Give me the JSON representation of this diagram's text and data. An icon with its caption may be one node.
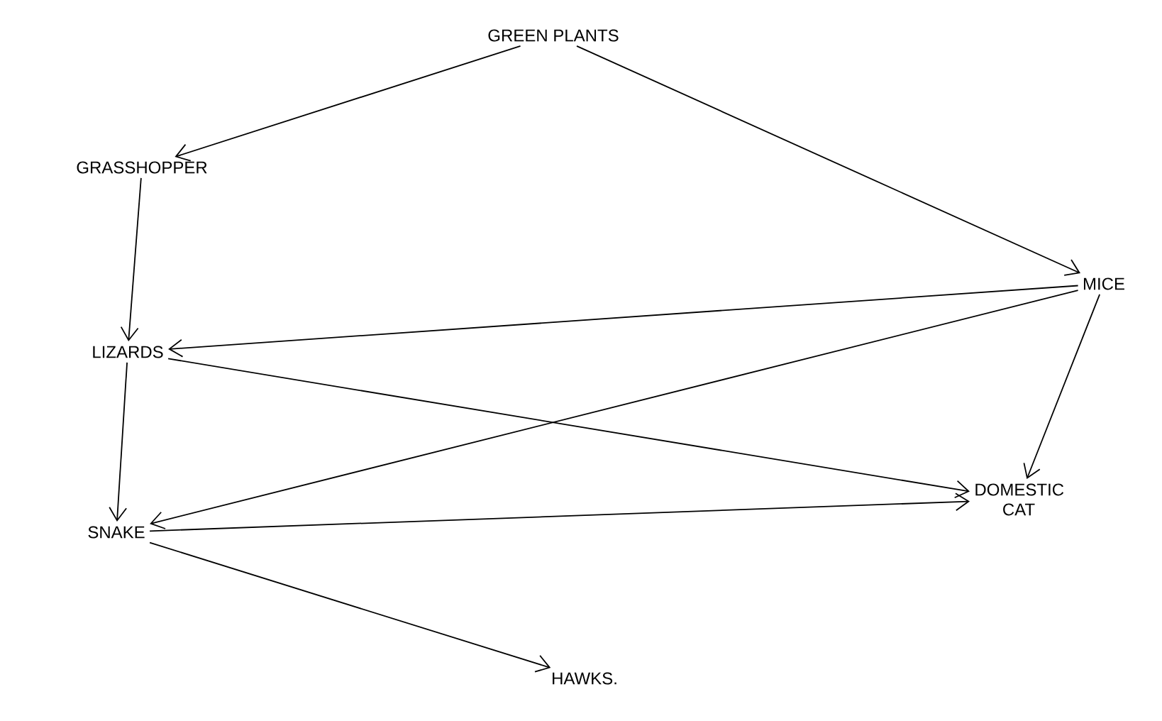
{
  "diagram": {
    "nodes": [
      {
        "text": [
          "GREEN PLANTS"
        ]
      },
      {
        "text": [
          "GRASSHOPPER"
        ]
      },
      {
        "text": [
          "MICE"
        ]
      },
      {
        "text": [
          "LIZARDS"
        ]
      },
      {
        "text": [
          "SNAKE"
        ]
      },
      {
        "text": [
          "DOMESTIC CAT"
        ]
      },
      {
        "text": [
          "HAWKS."
        ]
      }
    ],
    "edges": [
      {
        "from": 0,
        "to": 1,
        "arrow": "to"
      },
      {
        "from": 0,
        "to": 2,
        "arrow": "to"
      },
      {
        "from": 1,
        "to": 3,
        "arrow": "to"
      },
      {
        "from": 2,
        "to": 3,
        "arrow": "to"
      },
      {
        "from": 2,
        "to": 4,
        "arrow": "to"
      },
      {
        "from": 2,
        "to": 5,
        "arrow": "to"
      },
      {
        "from": 3,
        "to": 4,
        "arrow": "to"
      },
      {
        "from": 3,
        "to": 5,
        "arrow": "to"
      },
      {
        "from": 4,
        "to": 5,
        "arrow": "to"
      },
      {
        "from": 4,
        "to": 6,
        "arrow": "to"
      }
    ]
  }
}
